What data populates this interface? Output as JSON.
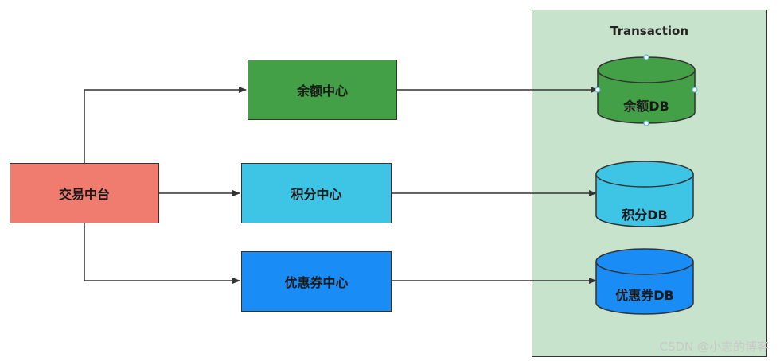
{
  "colors": {
    "trade": "#f07c70",
    "balance": "#43a047",
    "points": "#3ec5e6",
    "coupon": "#1a8cf5",
    "transaction_bg": "#c8e3cb",
    "handle": "#8fd0f5"
  },
  "nodes": {
    "trade_platform": "交易中台",
    "balance_center": "余额中心",
    "points_center": "积分中心",
    "coupon_center": "优惠券中心"
  },
  "transaction": {
    "title": "Transaction",
    "databases": {
      "balance_db": "余额DB",
      "points_db": "积分DB",
      "coupon_db": "优惠券DB"
    }
  },
  "watermark": "CSDN @小志的博客"
}
